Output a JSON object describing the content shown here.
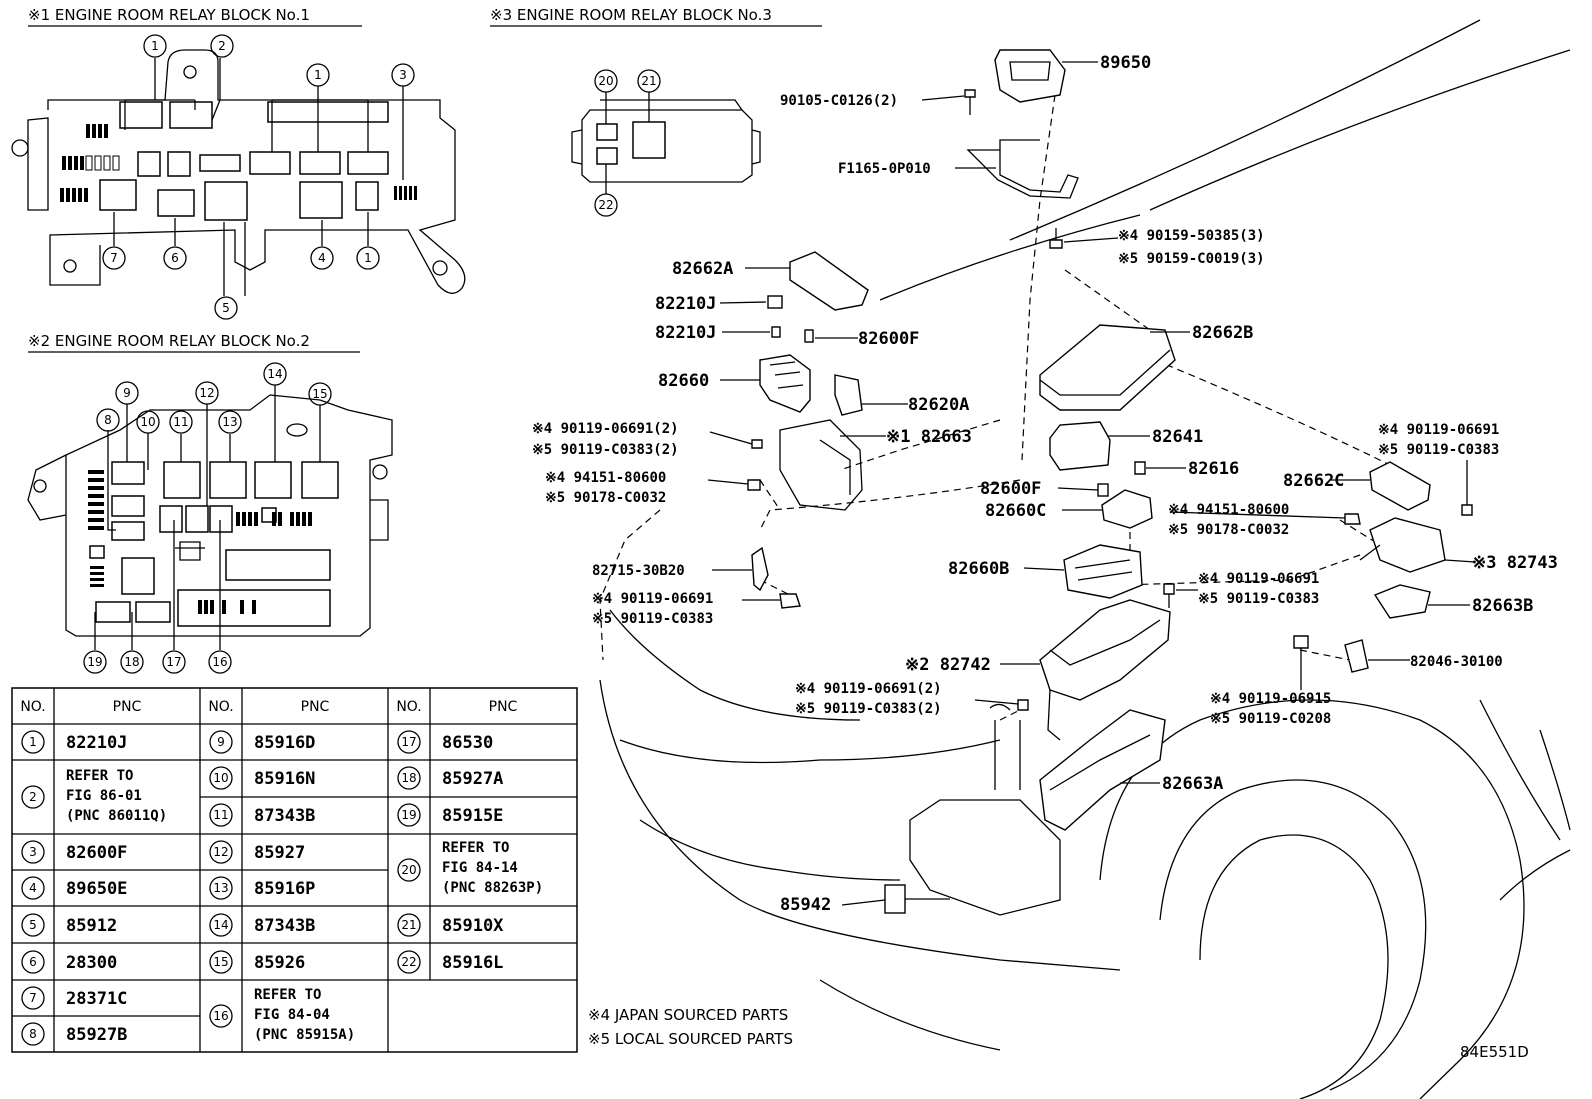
{
  "headings": {
    "block1": "※1 ENGINE ROOM RELAY BLOCK No.1",
    "block2": "※2 ENGINE ROOM RELAY BLOCK No.2",
    "block3": "※3 ENGINE ROOM RELAY BLOCK No.3"
  },
  "callouts": {
    "b1": [
      "1",
      "2",
      "1",
      "3",
      "7",
      "6",
      "5",
      "4",
      "1"
    ],
    "b2": [
      "9",
      "8",
      "10",
      "11",
      "12",
      "13",
      "14",
      "15",
      "19",
      "18",
      "17",
      "16"
    ],
    "b3": [
      "20",
      "21",
      "22"
    ]
  },
  "parts": {
    "p89650": "89650",
    "p90105": "90105-C0126(2)",
    "pF1165": "F1165-0P010",
    "p9015950385": "※4 90159-50385(3)",
    "p90159C0019": "※5 90159-C0019(3)",
    "p82662A": "82662A",
    "p82210J_a": "82210J",
    "p82210J_b": "82210J",
    "p82600F_a": "82600F",
    "p82660": "82660",
    "p82620A": "82620A",
    "p82662B": "82662B",
    "p9011906691_a": "※4 90119-06691(2)",
    "p90119C0383_a": "※5 90119-C0383(2)",
    "p82663": "※1 82663",
    "p9415180600_a": "※4 94151-80600",
    "p90178C0032_a": "※5 90178-C0032",
    "p82641": "82641",
    "p82616": "82616",
    "p82600F_b": "82600F",
    "p82660C": "82660C",
    "p9415180600_b": "※4 94151-80600",
    "p90178C0032_b": "※5 90178-C0032",
    "p9011906691_r": "※4 90119-06691",
    "p90119C0383_r": "※5 90119-C0383",
    "p82662C": "82662C",
    "p82743": "※3 82743",
    "p8271530B20": "82715-30B20",
    "p9011906691_c": "※4 90119-06691",
    "p90119C0383_c": "※5 90119-C0383",
    "p82660B": "82660B",
    "p9011906691_d": "※4 90119-06691",
    "p90119C0383_d": "※5 90119-C0383",
    "p82663B": "82663B",
    "p82742": "※2 82742",
    "p8204630100": "82046-30100",
    "p9011906691_e": "※4 90119-06691(2)",
    "p90119C0383_e": "※5 90119-C0383(2)",
    "p9011906915": "※4 90119-06915",
    "p90119C0208": "※5 90119-C0208",
    "p82663A": "82663A",
    "p85942": "85942"
  },
  "notes": {
    "japan": "※4 JAPAN SOURCED PARTS",
    "local": "※5 LOCAL SOURCED PARTS"
  },
  "figure_code": "84E551D",
  "table": {
    "headers": [
      "NO.",
      "PNC",
      "NO.",
      "PNC",
      "NO.",
      "PNC"
    ],
    "col1": [
      {
        "no": "1",
        "pnc": [
          "82210J"
        ]
      },
      {
        "no": "2",
        "pnc": [
          "REFER TO",
          "FIG 86-01",
          "(PNC 86011Q)"
        ]
      },
      {
        "no": "3",
        "pnc": [
          "82600F"
        ]
      },
      {
        "no": "4",
        "pnc": [
          "89650E"
        ]
      },
      {
        "no": "5",
        "pnc": [
          "85912"
        ]
      },
      {
        "no": "6",
        "pnc": [
          "28300"
        ]
      },
      {
        "no": "7",
        "pnc": [
          "28371C"
        ]
      },
      {
        "no": "8",
        "pnc": [
          "85927B"
        ]
      }
    ],
    "col2": [
      {
        "no": "9",
        "pnc": [
          "85916D"
        ]
      },
      {
        "no": "10",
        "pnc": [
          "85916N"
        ]
      },
      {
        "no": "11",
        "pnc": [
          "87343B"
        ]
      },
      {
        "no": "12",
        "pnc": [
          "85927"
        ]
      },
      {
        "no": "13",
        "pnc": [
          "85916P"
        ]
      },
      {
        "no": "14",
        "pnc": [
          "87343B"
        ]
      },
      {
        "no": "15",
        "pnc": [
          "85926"
        ]
      },
      {
        "no": "16",
        "pnc": [
          "REFER TO",
          "FIG 84-04",
          "(PNC 85915A)"
        ]
      }
    ],
    "col3": [
      {
        "no": "17",
        "pnc": [
          "86530"
        ]
      },
      {
        "no": "18",
        "pnc": [
          "85927A"
        ]
      },
      {
        "no": "19",
        "pnc": [
          "85915E"
        ]
      },
      {
        "no": "20",
        "pnc": [
          "REFER TO",
          "FIG 84-14",
          "(PNC 88263P)"
        ]
      },
      {
        "no": "21",
        "pnc": [
          "85910X"
        ]
      },
      {
        "no": "22",
        "pnc": [
          "85916L"
        ]
      }
    ]
  }
}
